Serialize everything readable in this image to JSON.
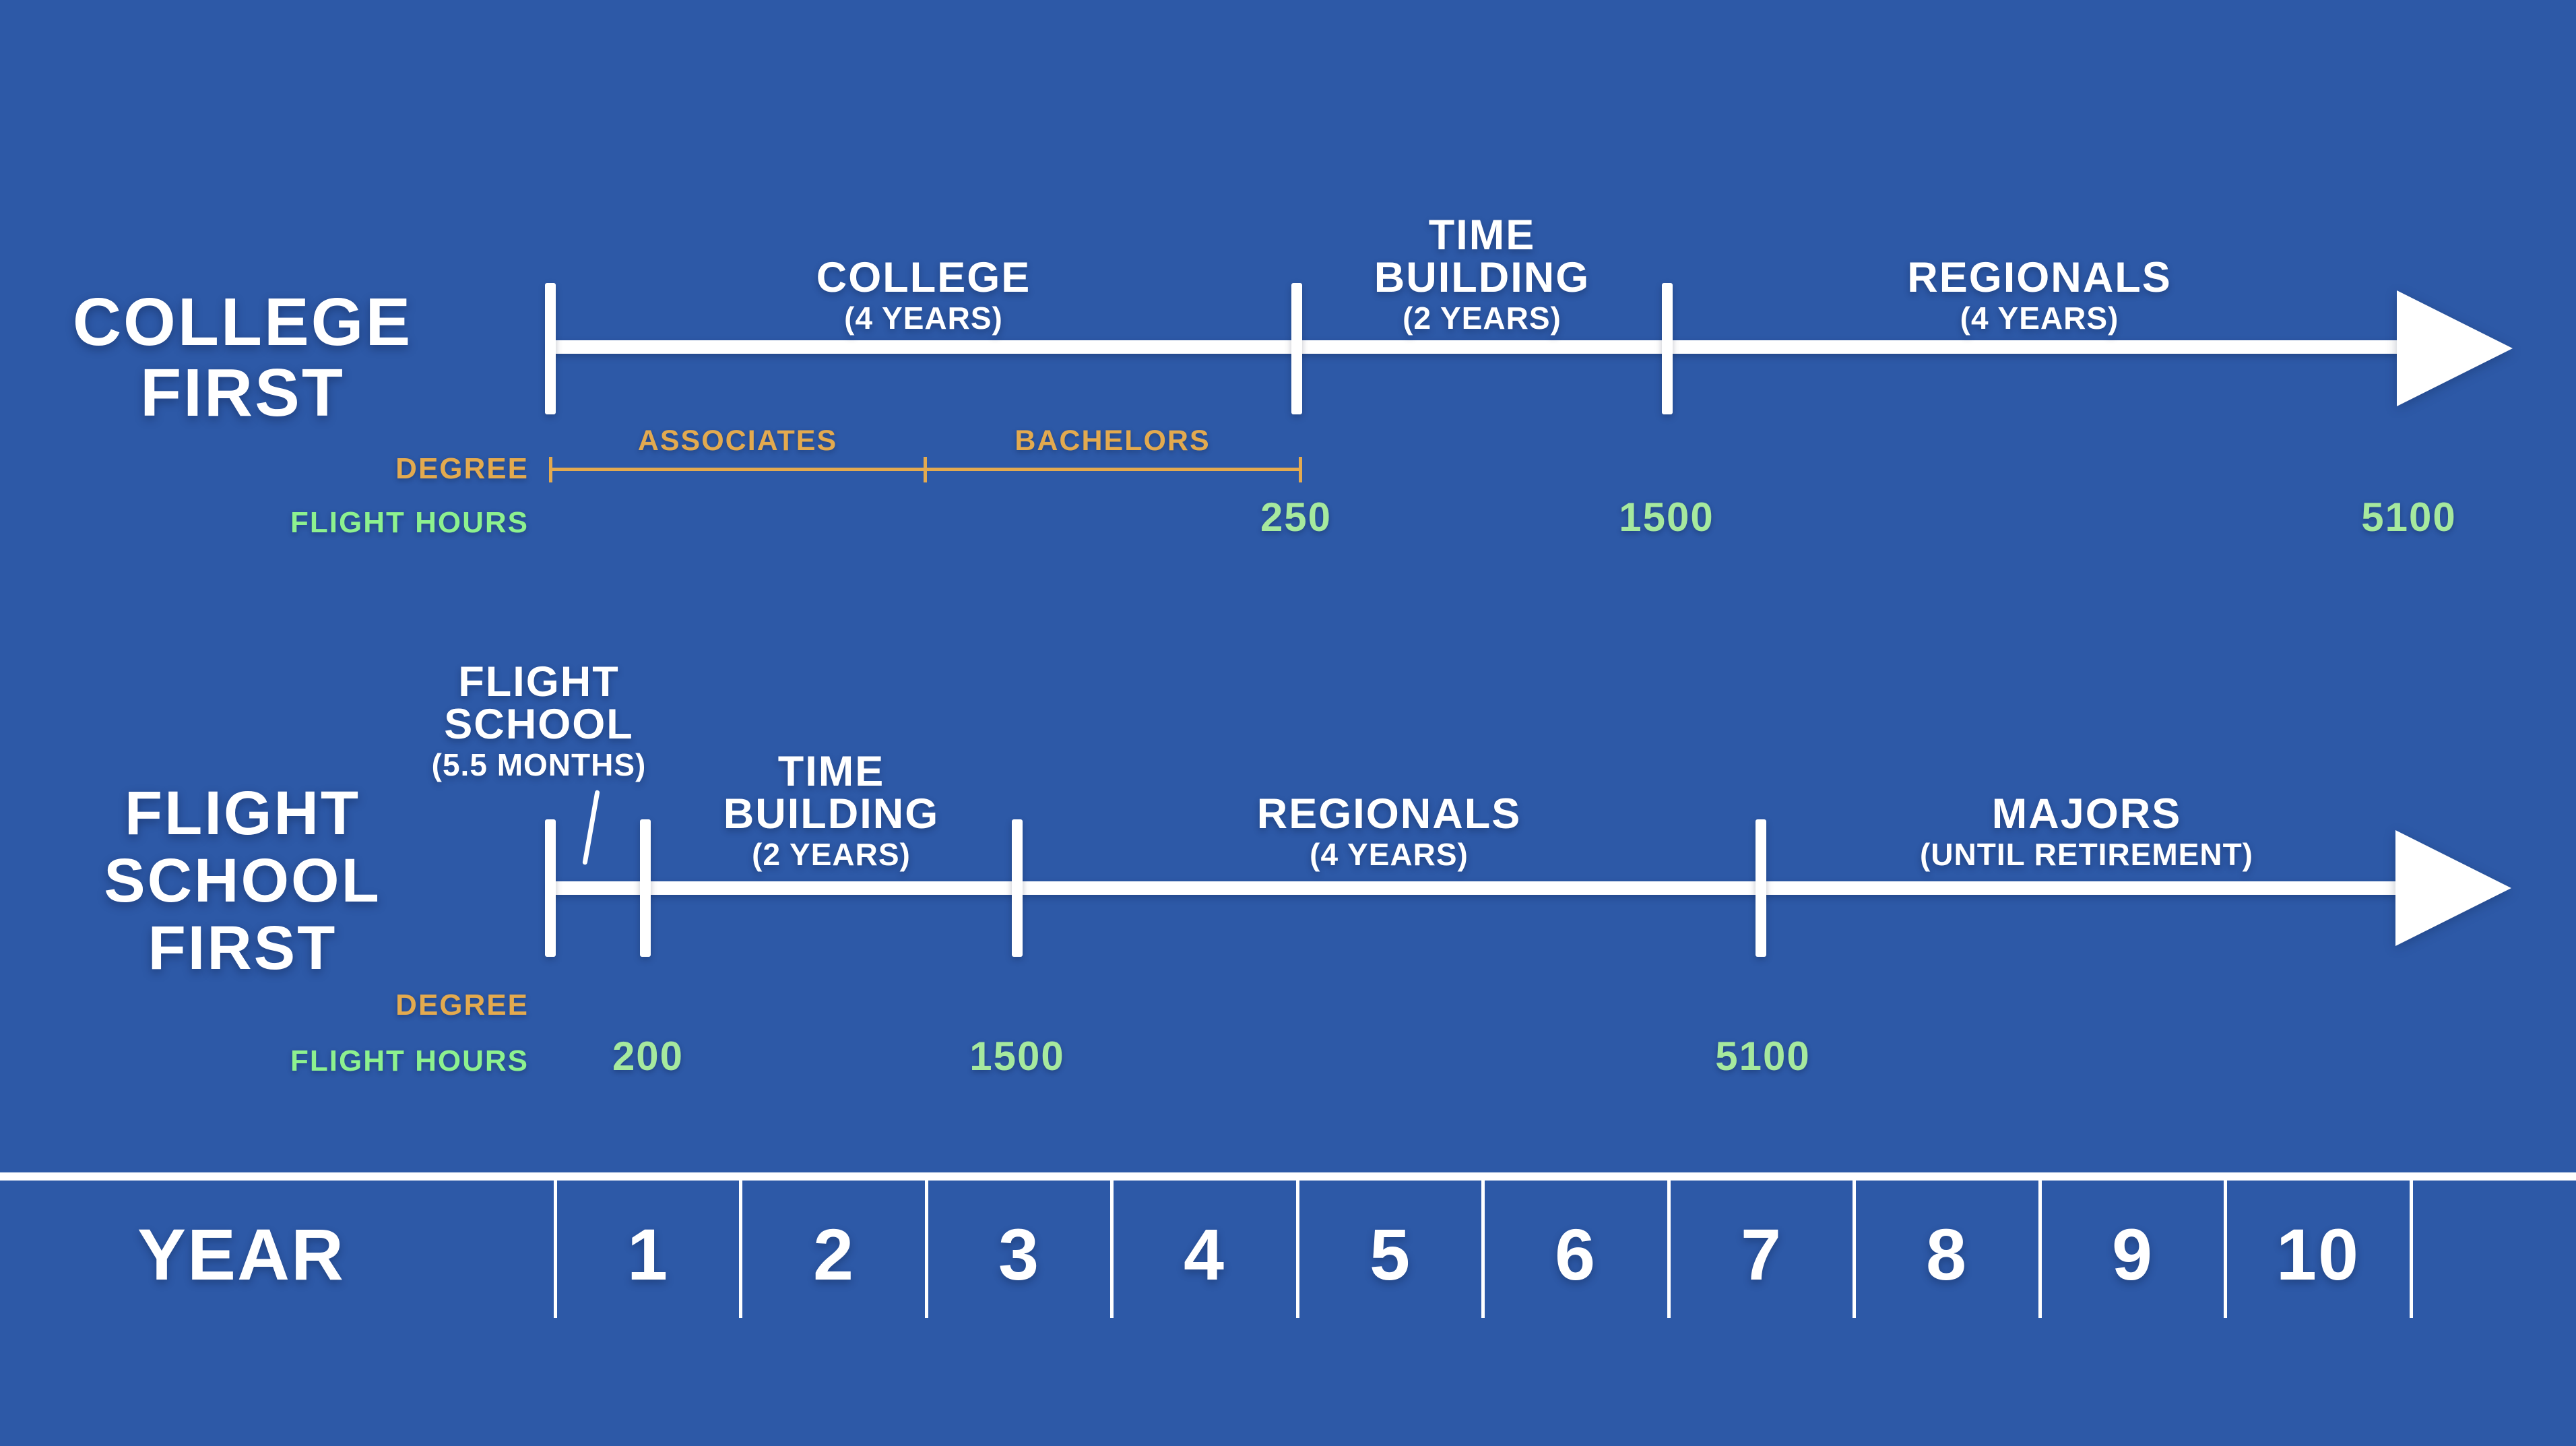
{
  "colors": {
    "background": "#2D59A7",
    "timeline_white": "#FFFFFF",
    "degree_gold": "#E3AA4F",
    "hours_label_green": "#8DF18F",
    "hours_value_green": "#A6E99E"
  },
  "college_first": {
    "title_lines": [
      "COLLEGE",
      "FIRST"
    ],
    "stages": [
      {
        "name_lines": [
          "COLLEGE"
        ],
        "duration": "(4 YEARS)",
        "start_year": 0,
        "end_year": 4
      },
      {
        "name_lines": [
          "TIME",
          "BUILDING"
        ],
        "duration": "(2 YEARS)",
        "start_year": 4,
        "end_year": 6
      },
      {
        "name_lines": [
          "REGIONALS"
        ],
        "duration": "(4 YEARS)",
        "start_year": 6,
        "end_year": 10
      }
    ],
    "degree_row_label": "DEGREE",
    "flight_hours_row_label": "FLIGHT HOURS",
    "degree_segments": [
      "ASSOCIATES",
      "BACHELORS"
    ],
    "flight_hour_milestones": [
      {
        "value": "250",
        "year": 4
      },
      {
        "value": "1500",
        "year": 6
      },
      {
        "value": "5100",
        "year": 10
      }
    ]
  },
  "flight_school_first": {
    "title_lines": [
      "FLIGHT",
      "SCHOOL",
      "FIRST"
    ],
    "callout_name_lines": [
      "FLIGHT",
      "SCHOOL"
    ],
    "callout_duration": "(5.5 MONTHS)",
    "stages": [
      {
        "name_lines": [
          "TIME",
          "BUILDING"
        ],
        "duration": "(2 YEARS)",
        "start_year": 0.5,
        "end_year": 2.5
      },
      {
        "name_lines": [
          "REGIONALS"
        ],
        "duration": "(4 YEARS)",
        "start_year": 2.5,
        "end_year": 6.5
      },
      {
        "name_lines": [
          "MAJORS"
        ],
        "duration": "(UNTIL RETIREMENT)",
        "start_year": 6.5,
        "end_year": 10
      }
    ],
    "degree_row_label": "DEGREE",
    "flight_hours_row_label": "FLIGHT HOURS",
    "flight_hour_milestones": [
      {
        "value": "200",
        "year": 0.5
      },
      {
        "value": "1500",
        "year": 2.5
      },
      {
        "value": "5100",
        "year": 6.5
      }
    ]
  },
  "year_axis": {
    "label": "YEAR",
    "years": [
      "1",
      "2",
      "3",
      "4",
      "5",
      "6",
      "7",
      "8",
      "9",
      "10"
    ]
  }
}
